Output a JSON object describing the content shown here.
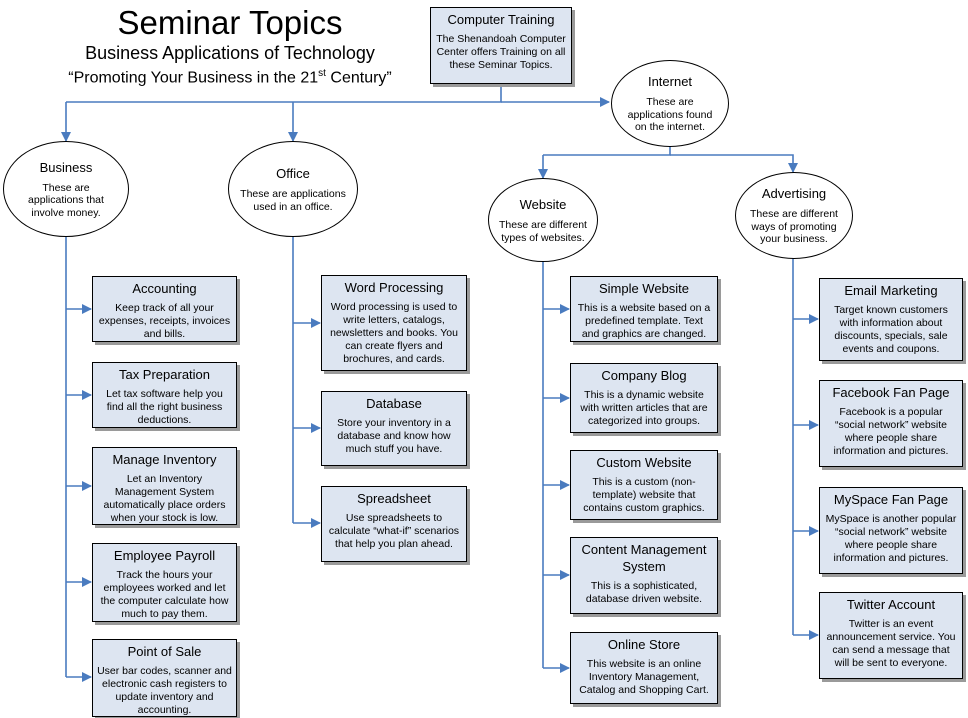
{
  "header": {
    "title": "Seminar Topics",
    "subtitle": "Business Applications of Technology",
    "tagline_before": "“Promoting Your Business in the 21",
    "tagline_sup": "st",
    "tagline_after": " Century”"
  },
  "colors": {
    "connector": "#4a7bbf",
    "box_fill": "#dde5f1",
    "shadow": "#9a9a9a"
  },
  "nodes": {
    "computer_training": {
      "title": "Computer Training",
      "desc": "The Shenandoah Computer Center offers Training on all these Seminar Topics."
    },
    "business": {
      "title": "Business",
      "desc": "These are applications that involve money."
    },
    "office": {
      "title": "Office",
      "desc": "These are applications used in an office."
    },
    "internet": {
      "title": "Internet",
      "desc": "These are applications found on the internet."
    },
    "website": {
      "title": "Website",
      "desc": "These are different types of websites."
    },
    "advertising": {
      "title": "Advertising",
      "desc": "These are different ways of promoting your business."
    },
    "accounting": {
      "title": "Accounting",
      "desc": "Keep track of all your expenses, receipts, invoices and bills."
    },
    "tax_preparation": {
      "title": "Tax Preparation",
      "desc": "Let tax software help you find all the right business deductions."
    },
    "manage_inventory": {
      "title": "Manage Inventory",
      "desc": "Let an Inventory Management System automatically place orders when your stock is low."
    },
    "employee_payroll": {
      "title": "Employee Payroll",
      "desc": "Track the hours your employees worked and let the computer calculate how much to pay them."
    },
    "point_of_sale": {
      "title": "Point of Sale",
      "desc": "User bar codes, scanner and electronic cash registers to update inventory and accounting."
    },
    "word_processing": {
      "title": "Word Processing",
      "desc": "Word processing is used to write letters, catalogs, newsletters and books. You can create flyers and brochures, and cards."
    },
    "database": {
      "title": "Database",
      "desc": "Store your inventory in a database and know how much stuff you have."
    },
    "spreadsheet": {
      "title": "Spreadsheet",
      "desc": "Use spreadsheets to calculate “what-if” scenarios that help you plan ahead."
    },
    "simple_website": {
      "title": "Simple Website",
      "desc": "This is a website based on a predefined template. Text and graphics are changed."
    },
    "company_blog": {
      "title": "Company Blog",
      "desc": "This is a dynamic website with written articles that are categorized into groups."
    },
    "custom_website": {
      "title": "Custom Website",
      "desc": "This is a custom (non-template) website that contains custom graphics."
    },
    "cms": {
      "title": "Content Management System",
      "desc": "This is a sophisticated, database driven website."
    },
    "online_store": {
      "title": "Online Store",
      "desc": "This website is an online Inventory Management, Catalog and Shopping Cart."
    },
    "email_marketing": {
      "title": "Email Marketing",
      "desc": "Target known customers with information about discounts, specials, sale events and coupons."
    },
    "facebook_fan_page": {
      "title": "Facebook Fan Page",
      "desc": "Facebook is a popular “social network” website where people share information and pictures."
    },
    "myspace_fan_page": {
      "title": "MySpace Fan Page",
      "desc": "MySpace is another popular “social network” website where people share information and pictures."
    },
    "twitter_account": {
      "title": "Twitter Account",
      "desc": "Twitter is an event announcement service. You can send a message that will be sent to everyone."
    }
  }
}
